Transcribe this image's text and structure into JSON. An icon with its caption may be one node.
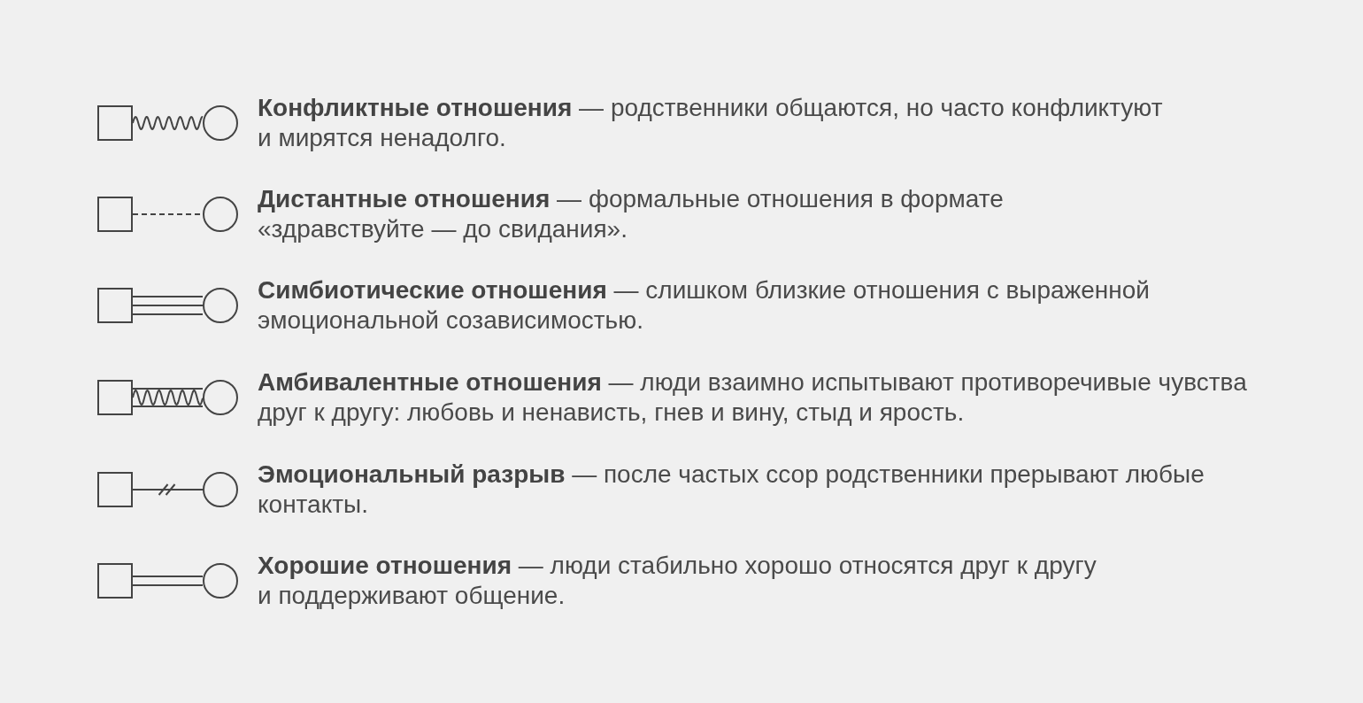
{
  "diagram": {
    "nodes": [
      {
        "text": [],
        "shape": "box"
      },
      {
        "text": [],
        "shape": "circle"
      },
      {
        "text": [],
        "shape": "box"
      },
      {
        "text": [],
        "shape": "circle"
      },
      {
        "text": [],
        "shape": "box"
      },
      {
        "text": [],
        "shape": "circle"
      },
      {
        "text": [],
        "shape": "box"
      },
      {
        "text": [],
        "shape": "circle"
      },
      {
        "text": [],
        "shape": "box"
      },
      {
        "text": [],
        "shape": "circle"
      },
      {
        "text": [],
        "shape": "box"
      },
      {
        "text": [],
        "shape": "circle"
      }
    ],
    "edges": [
      {
        "from": 0,
        "to": 1,
        "arrow": "none"
      },
      {
        "from": 2,
        "to": 3,
        "arrow": "none",
        "style": "dashed"
      },
      {
        "from": 4,
        "to": 5,
        "arrow": "none"
      },
      {
        "from": 6,
        "to": 7,
        "arrow": "none"
      },
      {
        "from": 8,
        "to": 9,
        "arrow": "none"
      },
      {
        "from": 10,
        "to": 11,
        "arrow": "none"
      }
    ],
    "legend": [
      {
        "text": "**Конфликтные отношения** — родственники общаются, но часто конфликтуют и мирятся ненадолго."
      },
      {
        "text": "**Дистантные отношения** — формальные отношения в формате «здравствуйте — до свидания»."
      },
      {
        "text": "**Симбиотические отношения** — слишком близкие отношения с выраженной эмоциональной созависимостью."
      },
      {
        "text": "**Амбивалентные отношения** — люди взаимно испытывают противоречивые чувства друг к другу: любовь и ненависть, гнев и вину, стыд и ярость."
      },
      {
        "text": "**Эмоциональный разрыв** — после частых ссор родственники прерывают любые контакты."
      },
      {
        "text": "**Хорошие отношения** — люди стабильно хорошо относятся друг к другу и поддерживают общение."
      }
    ]
  }
}
